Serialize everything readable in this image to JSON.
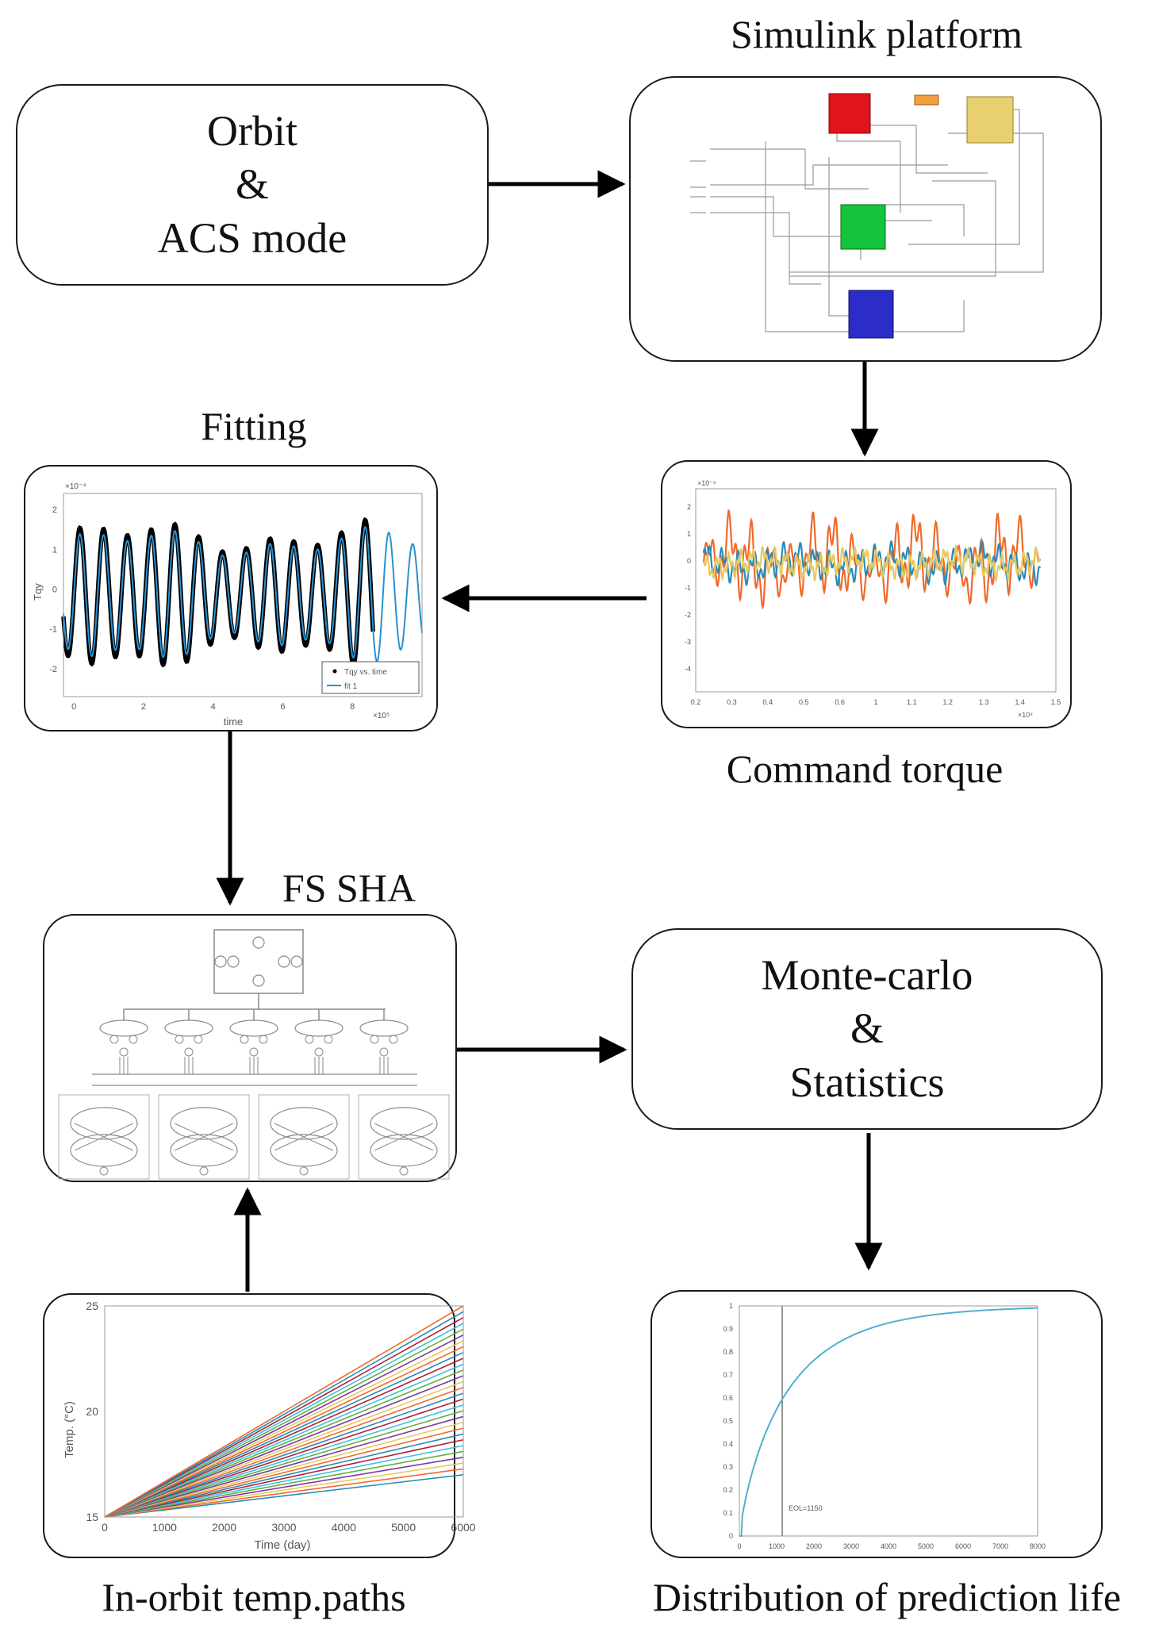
{
  "nodes": {
    "orbit": {
      "line1": "Orbit",
      "line2": "&",
      "line3": "ACS mode"
    },
    "simulink": {
      "caption": "Simulink platform"
    },
    "command_torque": {
      "caption": "Command torque"
    },
    "fitting": {
      "caption": "Fitting"
    },
    "fs_sha": {
      "caption": "FS SHA"
    },
    "monte_carlo": {
      "line1": "Monte-carlo",
      "line2": "&",
      "line3": "Statistics"
    },
    "temp_paths": {
      "caption": "In-orbit temp.paths"
    },
    "distribution": {
      "caption": "Distribution of prediction life"
    }
  },
  "colors": {
    "simulink_red": "#e0141c",
    "simulink_orange": "#f0a040",
    "simulink_yellow": "#e8d070",
    "simulink_green": "#14c43c",
    "simulink_blue": "#2c2cc8",
    "torque_orange": "#f06a2a",
    "torque_blue": "#2a8ab8",
    "torque_yellow": "#e8c860",
    "fit_line": "#2a90d0",
    "fit_points": "#000000",
    "cdf_line": "#50b0d0"
  },
  "chart_data": [
    {
      "id": "fitting",
      "type": "scatter",
      "title": "",
      "xlabel": "time",
      "ylabel": "Tqy",
      "x_exponent": "×10⁵",
      "y_exponent": "×10⁻⁴",
      "x_ticks": [
        "0",
        "2",
        "4",
        "6",
        "8"
      ],
      "y_ticks": [
        "2",
        "1",
        "0",
        "-1",
        "-2"
      ],
      "xlim": [
        -0.3,
        10
      ],
      "ylim": [
        -2.7,
        2.4
      ],
      "legend": {
        "placement": "bottom-right",
        "entries": [
          "Tqy vs. time",
          "fit 1"
        ]
      },
      "series": [
        {
          "name": "Tqy vs. time",
          "style": "points"
        },
        {
          "name": "fit 1",
          "style": "line"
        }
      ]
    },
    {
      "id": "command_torque",
      "type": "line",
      "title": "",
      "xlabel": "",
      "ylabel": "",
      "x_exponent": "×10⁴",
      "y_exponent": "×10⁻⁵",
      "x_ticks": [
        "0.2",
        "0.3",
        "0.4",
        "0.5",
        "0.6",
        "1",
        "1.1",
        "1.2",
        "1.3",
        "1.4",
        "1.5"
      ],
      "y_ticks": [
        "2",
        "1",
        "0",
        "-1",
        "-2",
        "-3",
        "-4"
      ],
      "series": [
        {
          "name": "",
          "color_key": "torque_orange"
        },
        {
          "name": "",
          "color_key": "torque_blue"
        },
        {
          "name": "",
          "color_key": "torque_yellow"
        }
      ]
    },
    {
      "id": "temp_paths",
      "type": "line",
      "title": "",
      "xlabel": "Time (day)",
      "ylabel": "Temp. (°C)",
      "x_ticks": [
        "0",
        "1000",
        "2000",
        "3000",
        "4000",
        "5000",
        "6000"
      ],
      "y_ticks": [
        "25",
        "20",
        "15"
      ],
      "xlim": [
        0,
        6000
      ],
      "ylim": [
        15,
        25
      ],
      "paths": {
        "start": 15,
        "end_min": 17,
        "end_max": 25,
        "count": 30
      }
    },
    {
      "id": "distribution",
      "type": "line",
      "title": "",
      "xlabel": "",
      "ylabel": "",
      "x_ticks": [
        "0",
        "1000",
        "2000",
        "3000",
        "4000",
        "5000",
        "6000",
        "7000",
        "8000"
      ],
      "y_ticks": [
        "1",
        "0.9",
        "0.8",
        "0.7",
        "0.6",
        "0.5",
        "0.4",
        "0.3",
        "0.2",
        "0.1",
        "0"
      ],
      "xlim": [
        0,
        8000
      ],
      "ylim": [
        0,
        1
      ],
      "annotation": "EOL=1150",
      "eol_x": 1150
    }
  ]
}
